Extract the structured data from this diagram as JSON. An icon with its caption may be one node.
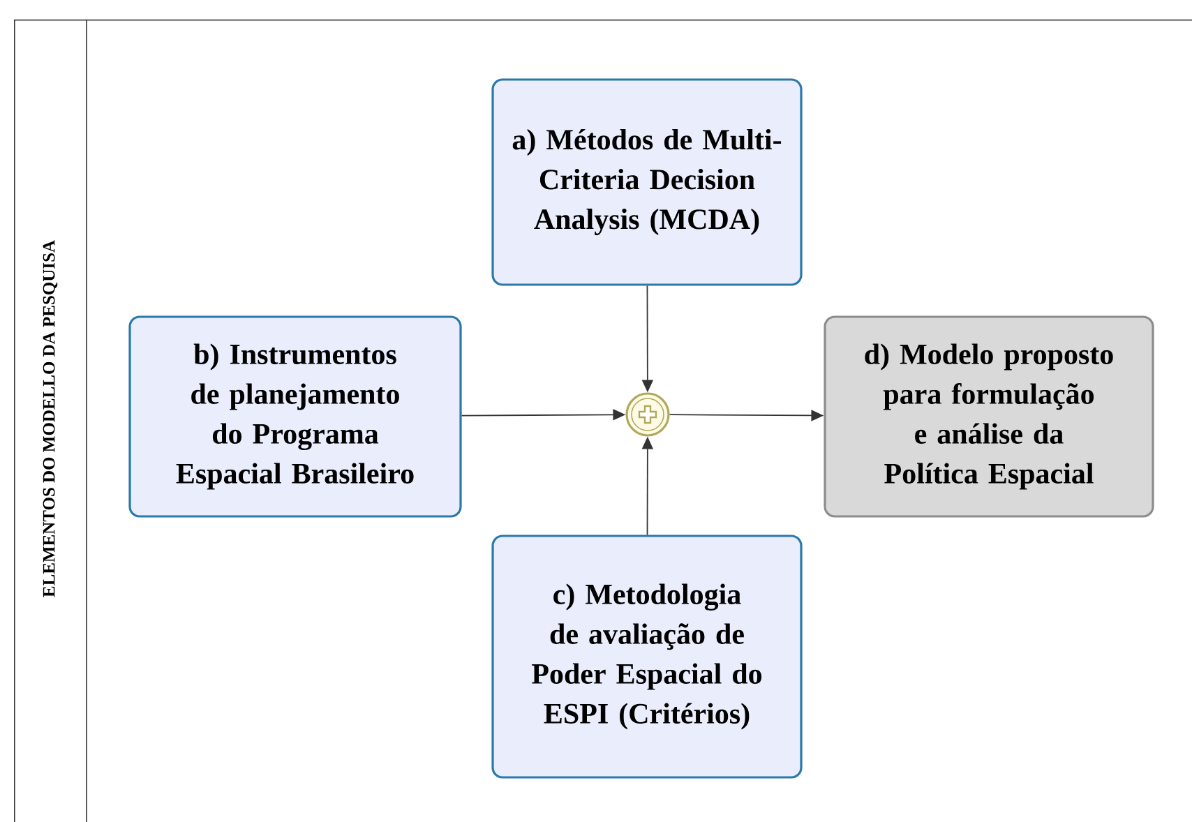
{
  "diagram": {
    "nodes": [
      {
        "text": [
          "ELEMENTOS DO MODELLO DA PESQUISA"
        ]
      },
      {
        "text": [
          "a) Métodos de Multi-Criteria Decision Analysis (MCDA)"
        ],
        "in": 0
      },
      {
        "text": [
          "b) Instrumentos de planejamento do Programa Espacial Brasileiro"
        ],
        "in": 0
      },
      {
        "text": [],
        "shape": "circle",
        "in": 0
      },
      {
        "text": [
          "d) Modelo proposto para formulação e análise da Política Espacial"
        ],
        "in": 0
      },
      {
        "text": [
          "c) Metodologia de avaliação de Poder Espacial do ESPI (Critérios)"
        ],
        "in": 0
      }
    ],
    "edges": [
      {
        "from": 1,
        "to": 3,
        "arrow": "to"
      },
      {
        "from": 2,
        "to": 3,
        "arrow": "to"
      },
      {
        "from": 5,
        "to": 3,
        "arrow": "to"
      },
      {
        "from": 3,
        "to": 4,
        "arrow": "to"
      }
    ]
  }
}
